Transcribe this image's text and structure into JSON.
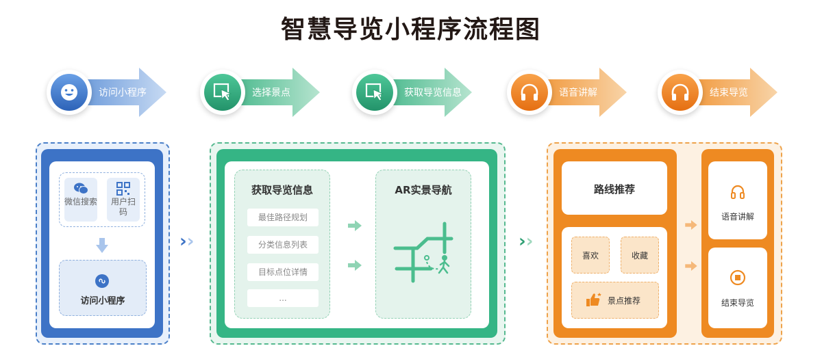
{
  "title": "智慧导览小程序流程图",
  "steps": [
    {
      "label": "访问小程序",
      "icon": "smile-icon",
      "color": "#3d7ad0"
    },
    {
      "label": "选择景点",
      "icon": "pointer-icon",
      "color": "#2f9f74"
    },
    {
      "label": "获取导览信息",
      "icon": "pointer-icon",
      "color": "#2f9f74"
    },
    {
      "label": "语音讲解",
      "icon": "headphones-icon",
      "color": "#ee7d1f"
    },
    {
      "label": "结束导览",
      "icon": "headphones-icon",
      "color": "#ee7d1f"
    }
  ],
  "blue_panel": {
    "wechat_search": "微信搜索",
    "scan_code": "用户扫码",
    "visit": "访问小程序"
  },
  "green_panel": {
    "info_title": "获取导览信息",
    "items": [
      "最佳路径规划",
      "分类信息列表",
      "目标点位详情",
      "..."
    ],
    "ar_title": "AR实景导航"
  },
  "orange_panel": {
    "route": "路线推荐",
    "like": "喜欢",
    "favorite": "收藏",
    "spot_recommend": "景点推荐",
    "audio": "语音讲解",
    "end": "结束导览"
  },
  "colors": {
    "blue": "#3d7ad0",
    "green": "#35b585",
    "orange": "#ee8a22"
  }
}
